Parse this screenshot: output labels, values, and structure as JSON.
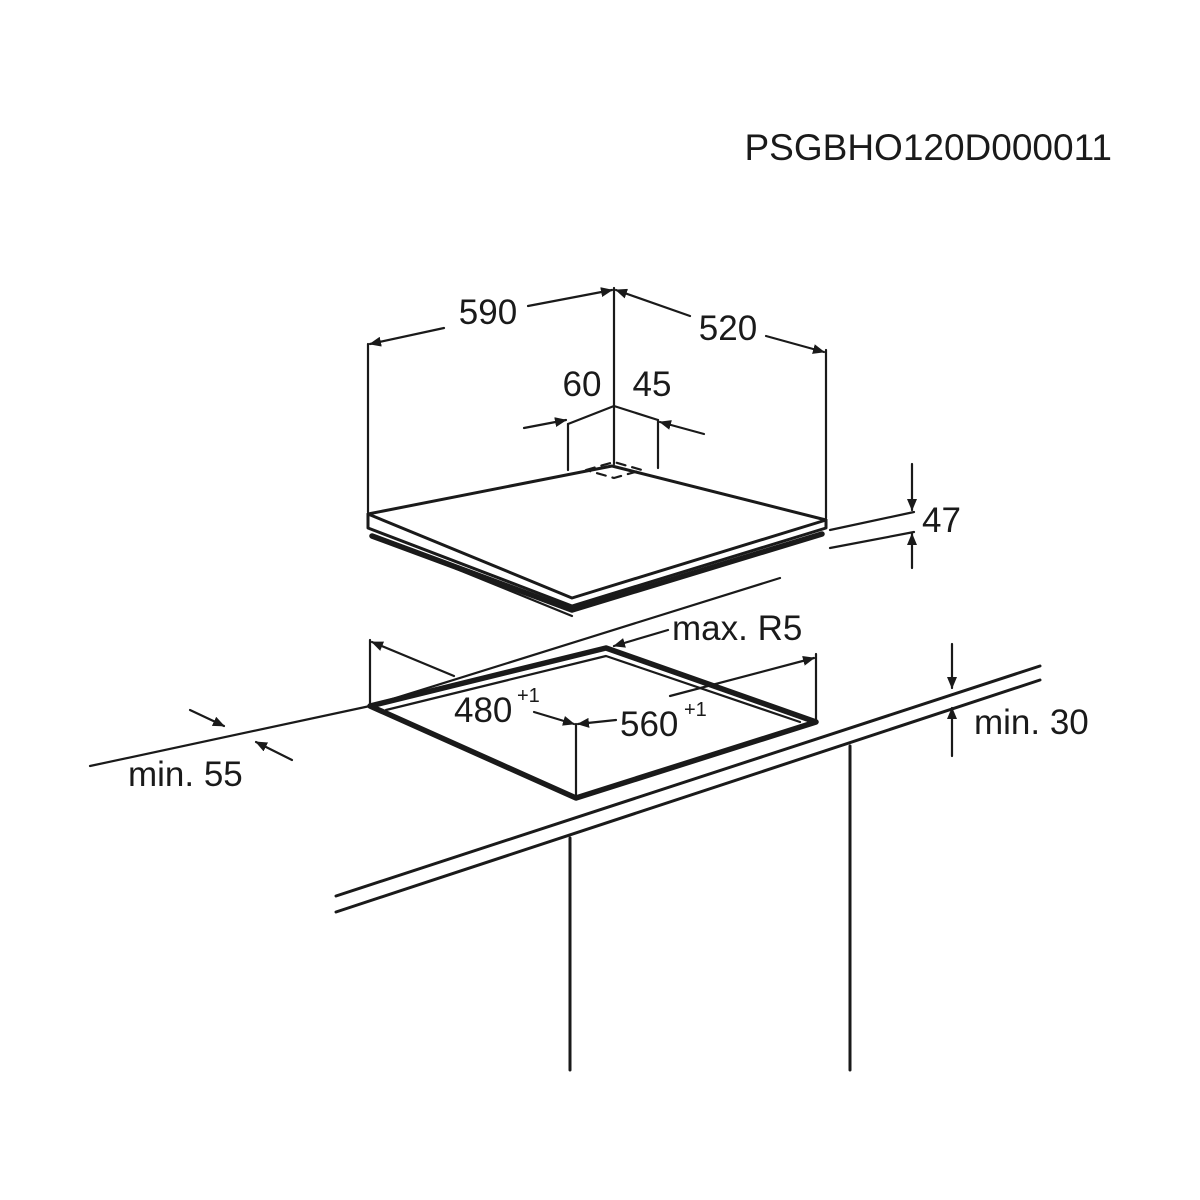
{
  "document_code": "PSGBHO120D000011",
  "dimensions": {
    "width": "590",
    "depth": "520",
    "inset_left": "60",
    "inset_right": "45",
    "height": "47",
    "corner_radius": "max. R5",
    "cutout_depth": "480",
    "cutout_depth_tol": "+1",
    "cutout_width": "560",
    "cutout_width_tol": "+1",
    "front_clearance": "min. 55",
    "worktop_thickness": "min. 30"
  },
  "colors": {
    "ink": "#1a1a1a",
    "background": "#ffffff"
  }
}
